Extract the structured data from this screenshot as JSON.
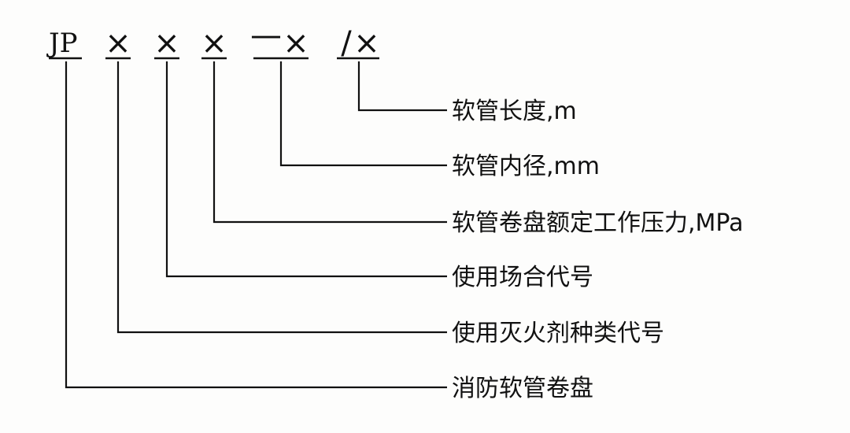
{
  "code": {
    "prefix": "JP",
    "segments": [
      {
        "sep": "",
        "mark": "×"
      },
      {
        "sep": "",
        "mark": "×"
      },
      {
        "sep": "",
        "mark": "×"
      },
      {
        "sep": "—",
        "mark": "×"
      },
      {
        "sep": "/",
        "mark": "×"
      }
    ]
  },
  "labels": [
    "软管长度,m",
    "软管内径,mm",
    "软管卷盘额定工作压力,MPa",
    "使用场合代号",
    "使用灭火剂种类代号",
    "消防软管卷盘"
  ]
}
